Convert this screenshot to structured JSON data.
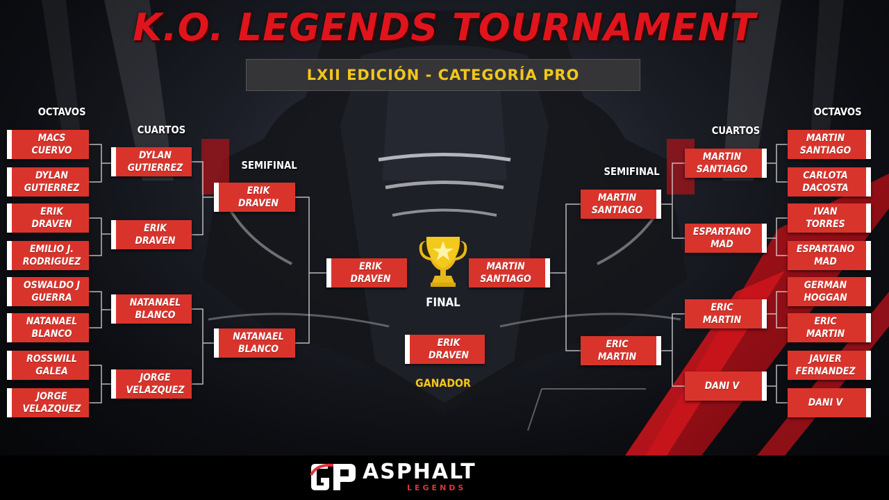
{
  "title": "K.O. LEGENDS TOURNAMENT",
  "subtitle": "LXII EDICIÓN - CATEGORÍA PRO",
  "labels": {
    "octavos_left": "OCTAVOS",
    "octavos_right": "OCTAVOS",
    "cuartos_left": "CUARTOS",
    "cuartos_right": "CUARTOS",
    "semifinal_left": "SEMIFINAL",
    "semifinal_right": "SEMIFINAL",
    "final": "FINAL",
    "winner": "GANADOR"
  },
  "left": {
    "octavos": [
      "MACS\nCUERVO",
      "DYLAN\nGUTIERREZ",
      "ERIK\nDRAVEN",
      "EMILIO J.\nRODRIGUEZ",
      "OSWALDO J\nGUERRA",
      "NATANAEL\nBLANCO",
      "ROSSWILL\nGALEA",
      "JORGE\nVELAZQUEZ"
    ],
    "cuartos": [
      "DYLAN\nGUTIERREZ",
      "ERIK\nDRAVEN",
      "NATANAEL\nBLANCO",
      "JORGE\nVELAZQUEZ"
    ],
    "semifinal": [
      "ERIK\nDRAVEN",
      "NATANAEL\nBLANCO"
    ],
    "final": "ERIK\nDRAVEN"
  },
  "right": {
    "octavos": [
      "MARTIN\nSANTIAGO",
      "CARLOTA\nDACOSTA",
      "IVAN\nTORRES",
      "ESPARTANO\nMAD",
      "GERMAN\nHOGGAN",
      "ERIC\nMARTIN",
      "JAVIER\nFERNANDEZ",
      "DANI V"
    ],
    "cuartos": [
      "MARTIN\nSANTIAGO",
      "ESPARTANO\nMAD",
      "ERIC\nMARTIN",
      "DANI V"
    ],
    "semifinal": [
      "MARTIN\nSANTIAGO",
      "ERIC\nMARTIN"
    ],
    "final": "MARTIN\nSANTIAGO"
  },
  "champion": "ERIK\nDRAVEN",
  "logo": {
    "mark": "GP",
    "brand": "ASPHALT",
    "sub": "LEGENDS"
  },
  "colors": {
    "title": "#e0141c",
    "box": "#d9342c",
    "accent": "#f2c71a"
  }
}
